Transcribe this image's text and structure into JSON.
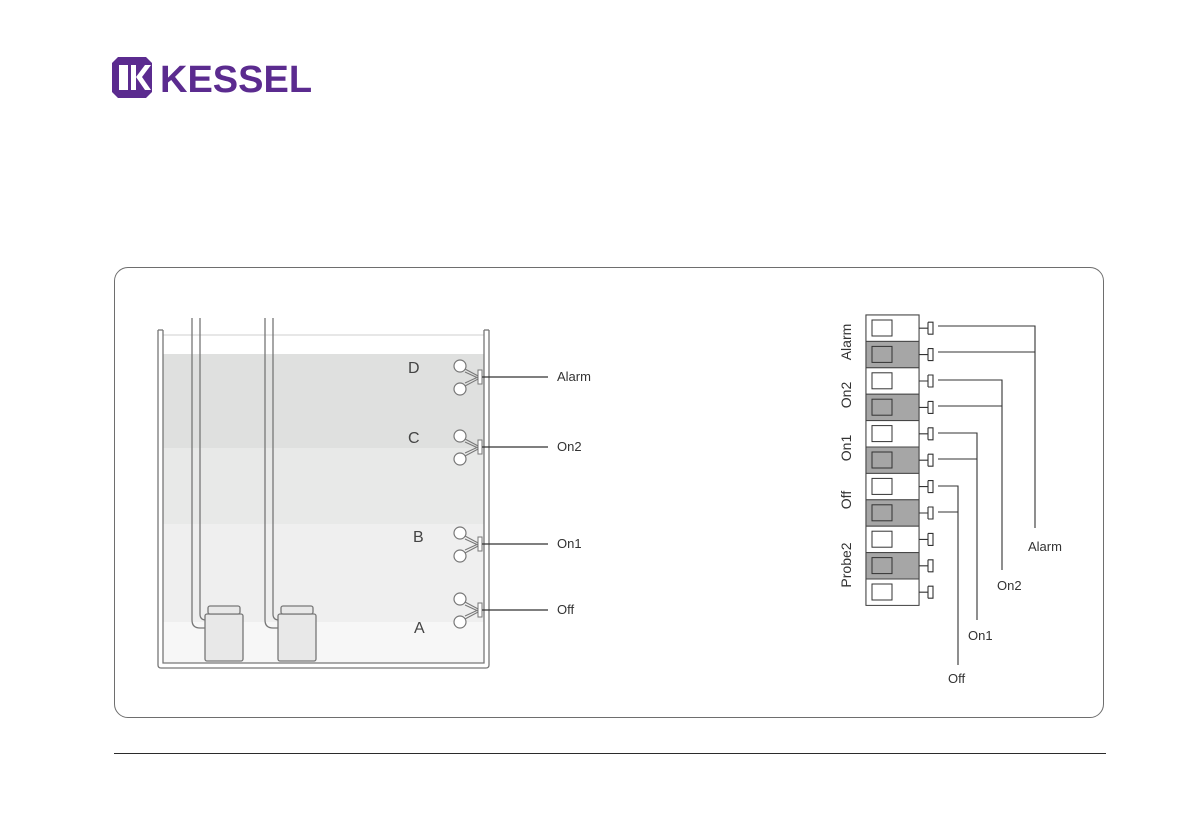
{
  "brand": {
    "name": "KESSEL",
    "color": "#5b2b8f"
  },
  "tank": {
    "levels": [
      {
        "letter": "D",
        "line_label": "Alarm"
      },
      {
        "letter": "C",
        "line_label": "On2"
      },
      {
        "letter": "B",
        "line_label": "On1"
      },
      {
        "letter": "A",
        "line_label": "Off"
      }
    ]
  },
  "terminal_block": {
    "group_labels": [
      "Alarm",
      "On2",
      "On1",
      "Off",
      "Probe2"
    ],
    "output_labels": [
      "Alarm",
      "On2",
      "On1",
      "Off"
    ]
  },
  "colors": {
    "dark_slot": "#a6a6a6",
    "water": "#e8e9e8",
    "line": "#333333"
  }
}
